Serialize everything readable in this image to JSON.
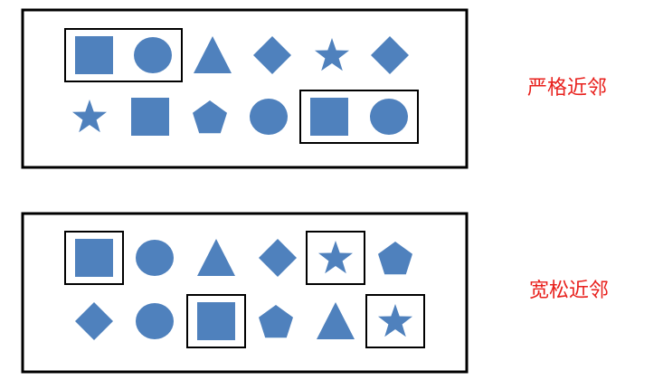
{
  "colors": {
    "shape_fill": "#4f81bd",
    "frame": "#000000",
    "label": "#e8201c"
  },
  "panels": [
    {
      "id": "strict",
      "label": "严格近邻",
      "rows": [
        [
          "square",
          "circle",
          "triangle",
          "diamond",
          "star",
          "diamond"
        ],
        [
          "star",
          "square",
          "pentagon",
          "circle",
          "square",
          "circle"
        ]
      ],
      "highlights": [
        {
          "row": 0,
          "from": 0,
          "to": 1
        },
        {
          "row": 1,
          "from": 4,
          "to": 5
        }
      ]
    },
    {
      "id": "loose",
      "label": "宽松近邻",
      "rows": [
        [
          "square",
          "circle",
          "triangle",
          "diamond",
          "star",
          "pentagon"
        ],
        [
          "diamond",
          "circle",
          "square",
          "pentagon",
          "triangle",
          "star"
        ]
      ],
      "highlights": [
        {
          "row": 0,
          "from": 0,
          "to": 0
        },
        {
          "row": 0,
          "from": 4,
          "to": 4
        },
        {
          "row": 1,
          "from": 2,
          "to": 2
        },
        {
          "row": 1,
          "from": 5,
          "to": 5
        }
      ]
    }
  ]
}
